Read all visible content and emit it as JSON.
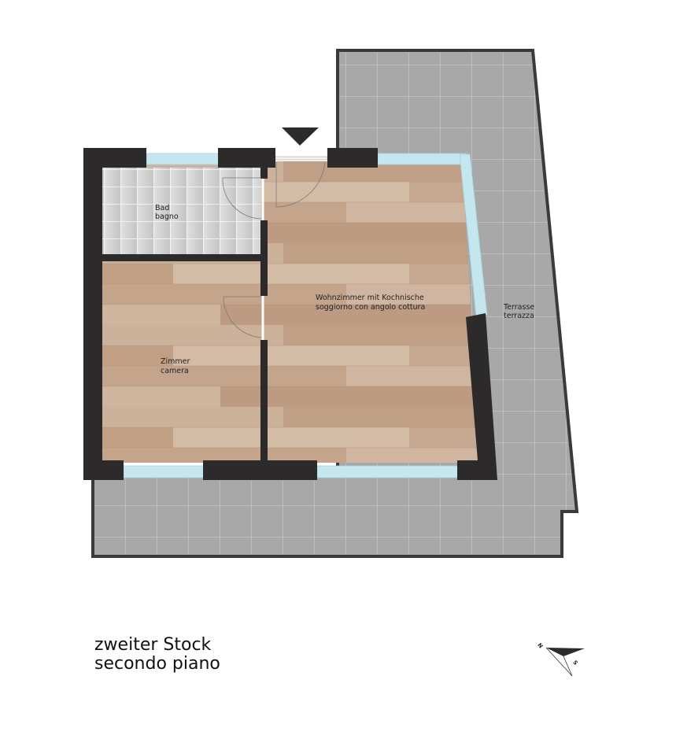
{
  "rooms": {
    "bath": {
      "line1": "Bad",
      "line2": "bagno"
    },
    "room": {
      "line1": "Zimmer",
      "line2": "camera"
    },
    "living": {
      "line1": "Wohnzimmer mit Kochnische",
      "line2": "soggiorno con angolo cottura"
    },
    "terrace": {
      "line1": "Terrasse",
      "line2": "terrazza"
    }
  },
  "floor": {
    "line1": "zweiter Stock",
    "line2": "secondo piano"
  },
  "compass": {
    "north": "N",
    "south": "S"
  },
  "colors": {
    "wall": "#2d2a2b",
    "window": "#c4e6ee",
    "terrace": "#a8a8a8",
    "wood": "#c8ab92",
    "tile": "#d4d4d4"
  }
}
